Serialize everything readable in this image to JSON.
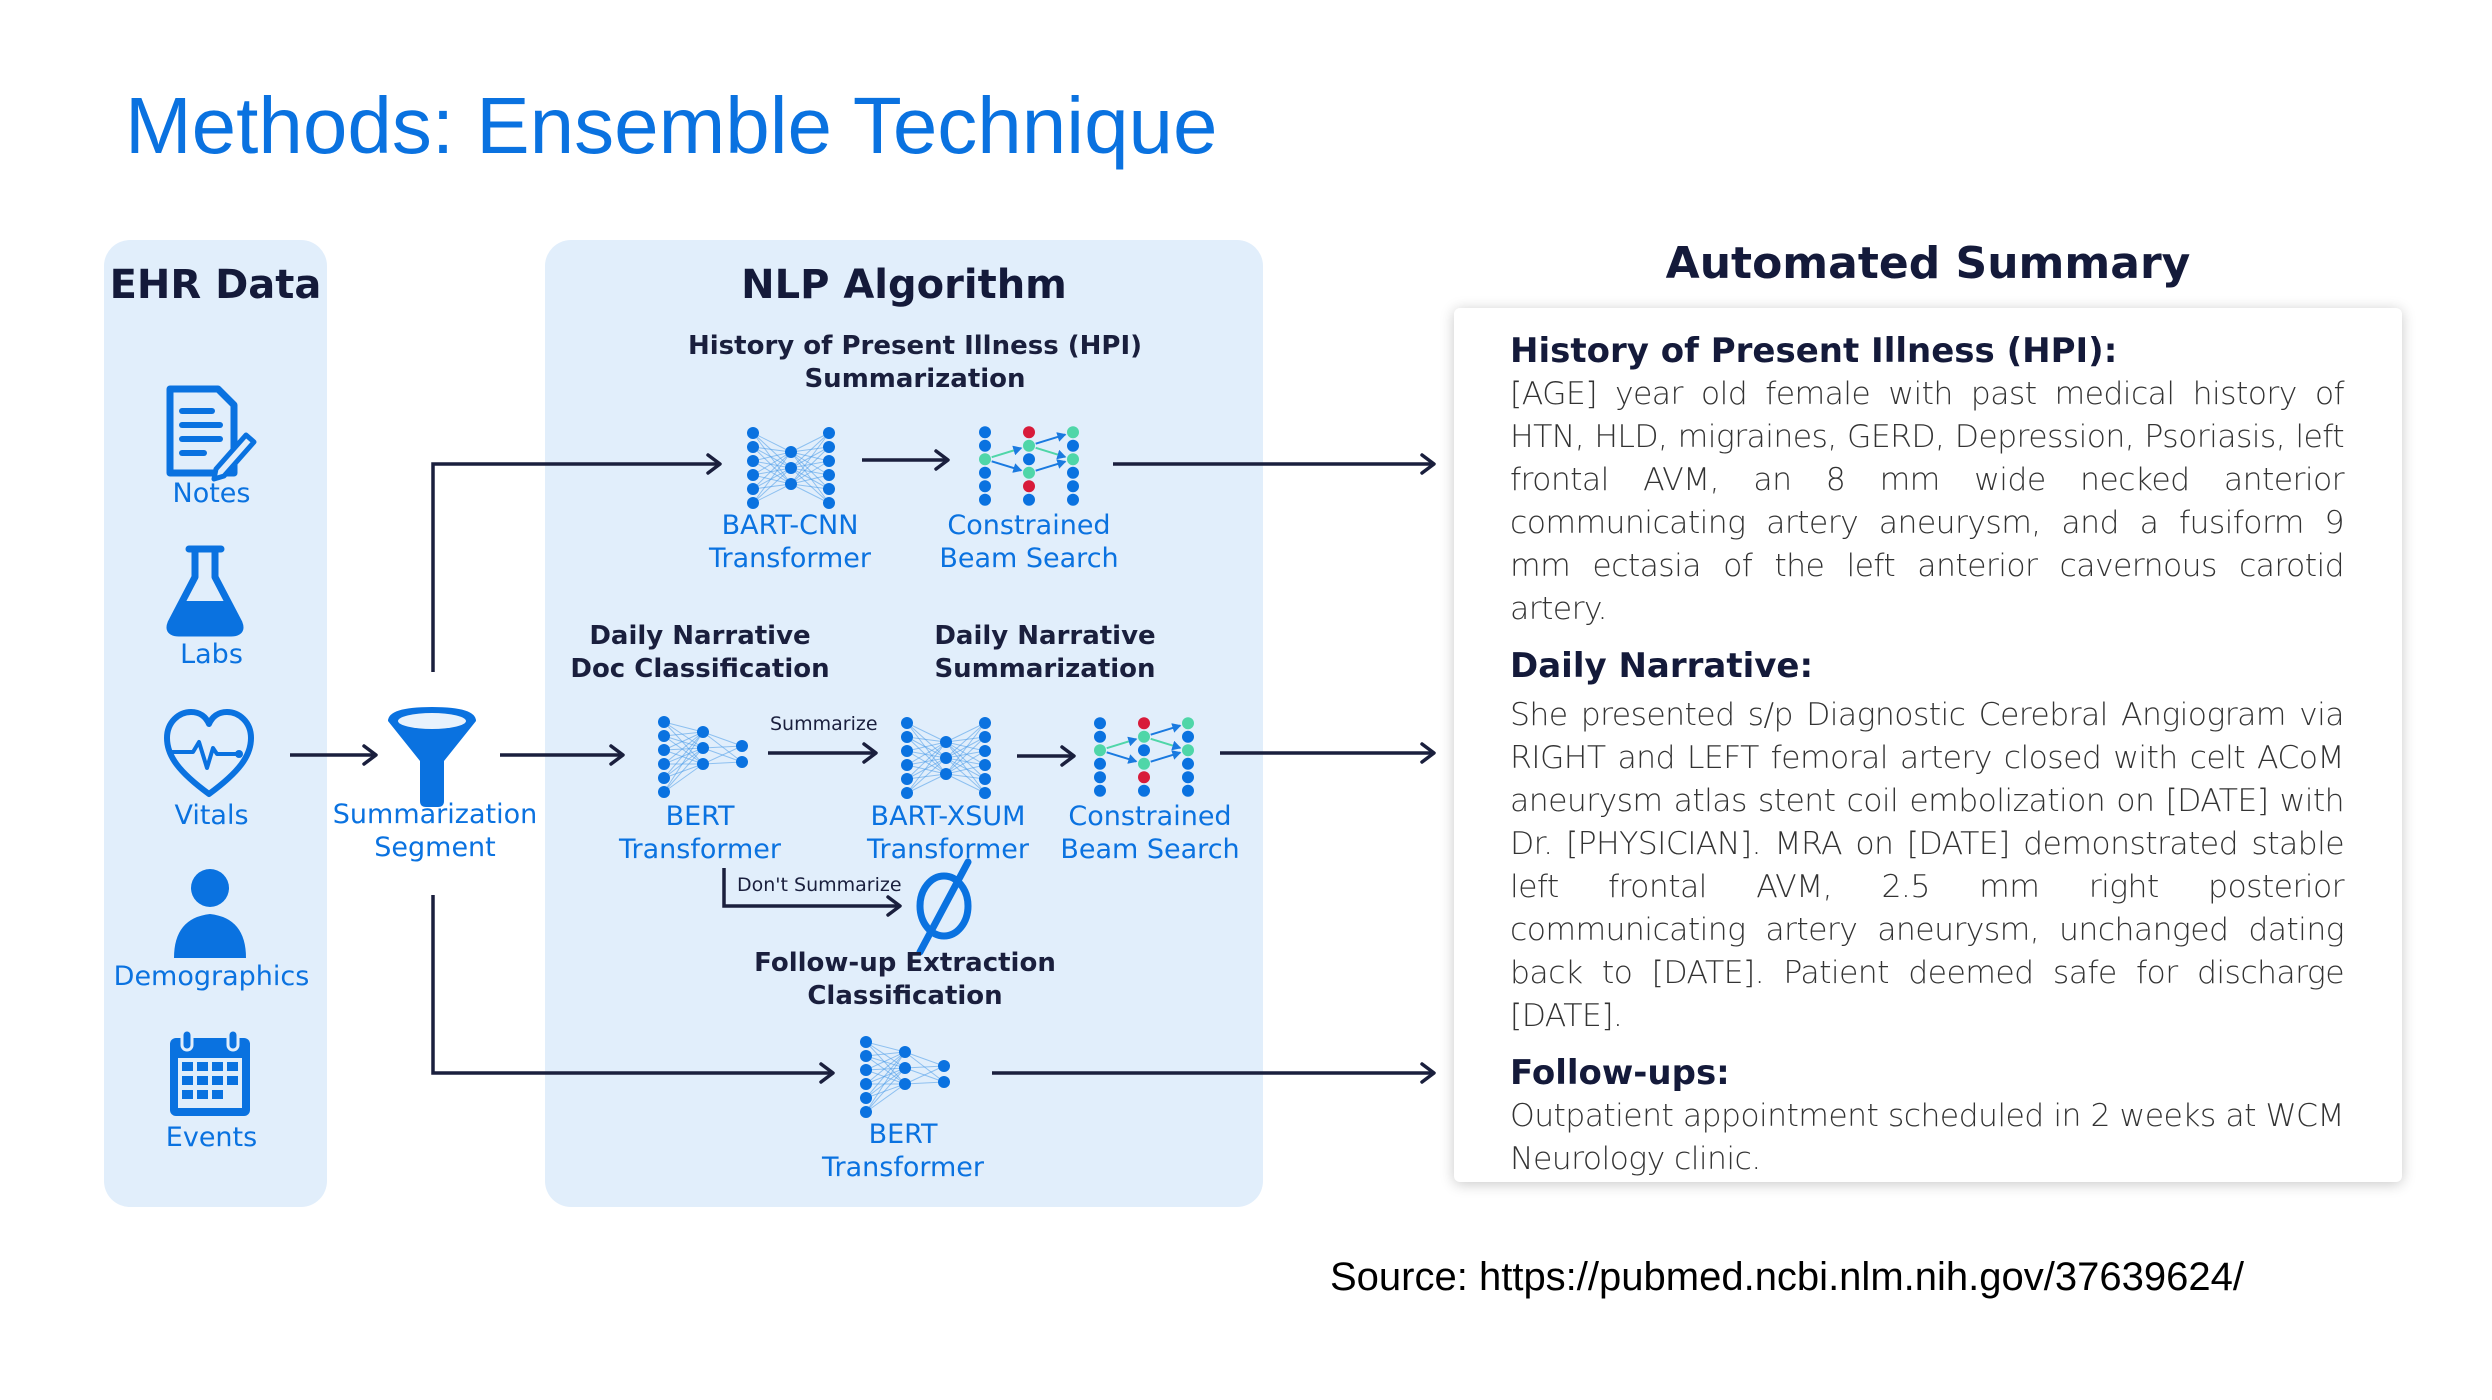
{
  "slide": {
    "title": "Methods: Ensemble Technique",
    "source": "Source: https://pubmed.ncbi.nlm.nih.gov/37639624/"
  },
  "ehr": {
    "title": "EHR Data",
    "items": [
      {
        "label": "Notes",
        "icon": "notes-icon"
      },
      {
        "label": "Labs",
        "icon": "flask-icon"
      },
      {
        "label": "Vitals",
        "icon": "heart-pulse-icon"
      },
      {
        "label": "Demographics",
        "icon": "person-icon"
      },
      {
        "label": "Events",
        "icon": "calendar-icon"
      }
    ]
  },
  "segment": {
    "label_line1": "Summarization",
    "label_line2": "Segment",
    "icon": "funnel-icon"
  },
  "nlp": {
    "title": "NLP Algorithm",
    "hpi_heading_line1": "History of Present Illness (HPI)",
    "hpi_heading_line2": "Summarization",
    "bart_cnn_line1": "BART-CNN",
    "bart_cnn_line2": "Transformer",
    "cbs1_line1": "Constrained",
    "cbs1_line2": "Beam Search",
    "dn_class_line1": "Daily Narrative",
    "dn_class_line2": "Doc Classification",
    "dn_sum_line1": "Daily Narrative",
    "dn_sum_line2": "Summarization",
    "bert1_line1": "BERT",
    "bert1_line2": "Transformer",
    "summarize_label": "Summarize",
    "dont_summarize_label": "Don't Summarize",
    "bart_xsum_line1": "BART-XSUM",
    "bart_xsum_line2": "Transformer",
    "cbs2_line1": "Constrained",
    "cbs2_line2": "Beam Search",
    "followup_line1": "Follow-up Extraction",
    "followup_line2": "Classification",
    "bert2_line1": "BERT",
    "bert2_line2": "Transformer",
    "empty_set_icon": "empty-set-icon"
  },
  "summary": {
    "title": "Automated Summary",
    "sections": [
      {
        "heading": "History of Present Illness (HPI):",
        "text": "[AGE] year old female with past medical history of HTN, HLD, migraines, GERD, Depression, Psoriasis, left frontal AVM, an 8 mm wide necked anterior communicating artery aneurysm, and a fusiform 9 mm ectasia of the left anterior cavernous carotid artery."
      },
      {
        "heading": "Daily Narrative:",
        "text": "She presented s/p Diagnostic Cerebral Angiogram via RIGHT and LEFT femoral artery closed with celt ACoM aneurysm atlas stent coil embolization on [DATE] with Dr. [PHYSICIAN]. MRA on [DATE] demonstrated stable left frontal AVM, 2.5 mm right posterior communicating artery aneurysm, unchanged dating back to [DATE]. Patient deemed safe for discharge [DATE]."
      },
      {
        "heading": "Follow-ups:",
        "text": "Outpatient appointment scheduled in 2 weeks at WCM Neurology clinic."
      }
    ]
  },
  "colors": {
    "title_blue": "#0a72e0",
    "icon_blue": "#0a72e0",
    "panel_bg": "#e1eefb",
    "arrow": "#1a1f3d",
    "beam_green": "#4fd6a8",
    "beam_red": "#d81b3a"
  }
}
